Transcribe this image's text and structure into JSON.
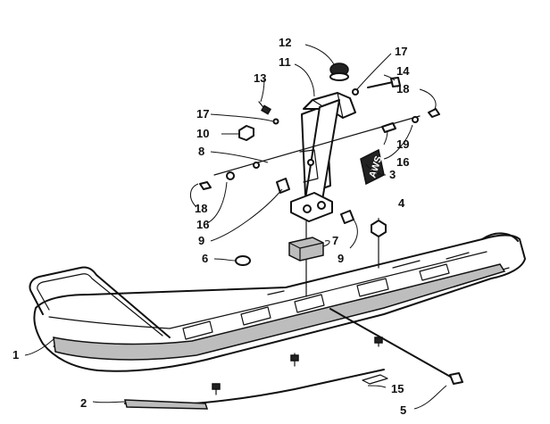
{
  "diagram": {
    "callouts": {
      "c1": "1",
      "c2": "2",
      "c3": "3",
      "c4": "4",
      "c5": "5",
      "c6": "6",
      "c7": "7",
      "c8": "8",
      "c9a": "9",
      "c9b": "9",
      "c10": "10",
      "c11": "11",
      "c12": "12",
      "c13": "13",
      "c14": "14",
      "c15": "15",
      "c16a": "16",
      "c16b": "16",
      "c17a": "17",
      "c17b": "17",
      "c18a": "18",
      "c18b": "18",
      "c19": "19"
    },
    "decal_text": "AWS"
  }
}
